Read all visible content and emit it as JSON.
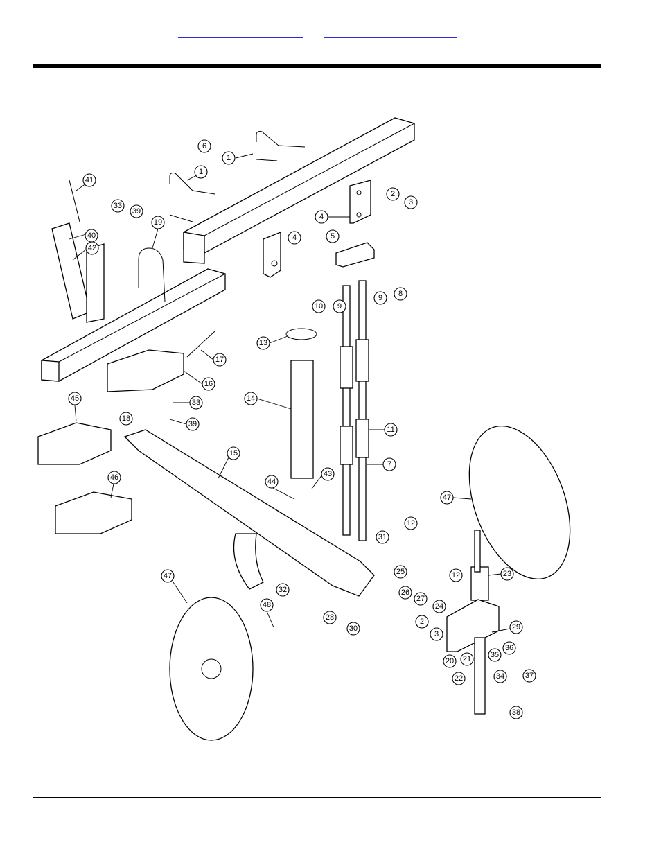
{
  "header": {
    "link_left": "",
    "link_right": ""
  },
  "diagram": {
    "callouts": [
      "1",
      "1",
      "2",
      "2",
      "3",
      "3",
      "4",
      "4",
      "5",
      "6",
      "7",
      "8",
      "9",
      "9",
      "10",
      "11",
      "12",
      "12",
      "13",
      "14",
      "15",
      "16",
      "17",
      "18",
      "19",
      "20",
      "21",
      "22",
      "23",
      "24",
      "25",
      "26",
      "27",
      "28",
      "29",
      "30",
      "31",
      "32",
      "33",
      "33",
      "34",
      "35",
      "36",
      "37",
      "38",
      "39",
      "39",
      "40",
      "41",
      "42",
      "43",
      "44",
      "45",
      "46",
      "47",
      "47",
      "48"
    ]
  }
}
